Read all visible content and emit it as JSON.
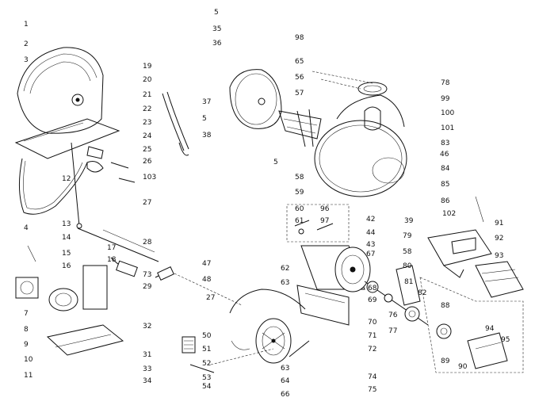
{
  "callouts": [
    "1",
    "2",
    "3",
    "4",
    "5",
    "5",
    "5",
    "7",
    "8",
    "9",
    "10",
    "11",
    "12",
    "13",
    "14",
    "15",
    "16",
    "17",
    "18",
    "19",
    "20",
    "21",
    "22",
    "23",
    "24",
    "25",
    "26",
    "27",
    "27",
    "28",
    "29",
    "31",
    "32",
    "33",
    "34",
    "35",
    "36",
    "37",
    "38",
    "39",
    "42",
    "43",
    "44",
    "46",
    "47",
    "48",
    "50",
    "51",
    "52",
    "53",
    "54",
    "56",
    "57",
    "58",
    "58",
    "59",
    "60",
    "61",
    "62",
    "63",
    "63",
    "64",
    "65",
    "66",
    "67",
    "68",
    "69",
    "70",
    "71",
    "72",
    "73",
    "74",
    "75",
    "76",
    "77",
    "78",
    "79",
    "80",
    "81",
    "82",
    "83",
    "84",
    "85",
    "86",
    "88",
    "89",
    "90",
    "91",
    "92",
    "93",
    "94",
    "95",
    "96",
    "97",
    "98",
    "99",
    "100",
    "101",
    "102",
    "103"
  ]
}
